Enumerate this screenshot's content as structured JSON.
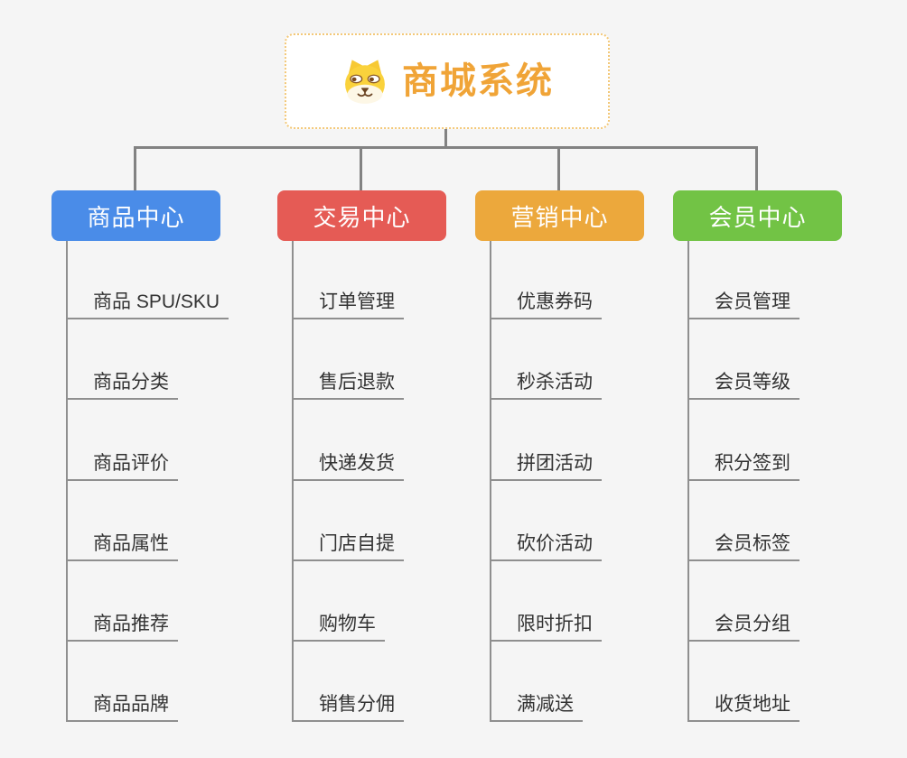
{
  "root": {
    "title": "商城系统",
    "icon": "dog-face-icon"
  },
  "colors": {
    "background": "#F5F5F5",
    "root_text": "#F0A437",
    "root_border": "#F3C878",
    "connector": "#828282",
    "item_line": "#8F8F8F",
    "item_text": "#333333"
  },
  "branches": [
    {
      "label": "商品中心",
      "color": "#4A8CE8",
      "children": [
        "商品 SPU/SKU",
        "商品分类",
        "商品评价",
        "商品属性",
        "商品推荐",
        "商品品牌"
      ]
    },
    {
      "label": "交易中心",
      "color": "#E55B55",
      "children": [
        "订单管理",
        "售后退款",
        "快递发货",
        "门店自提",
        "购物车",
        "销售分佣"
      ]
    },
    {
      "label": "营销中心",
      "color": "#ECA83C",
      "children": [
        "优惠券码",
        "秒杀活动",
        "拼团活动",
        "砍价活动",
        "限时折扣",
        "满减送"
      ]
    },
    {
      "label": "会员中心",
      "color": "#72C345",
      "children": [
        "会员管理",
        "会员等级",
        "积分签到",
        "会员标签",
        "会员分组",
        "收货地址"
      ]
    }
  ]
}
